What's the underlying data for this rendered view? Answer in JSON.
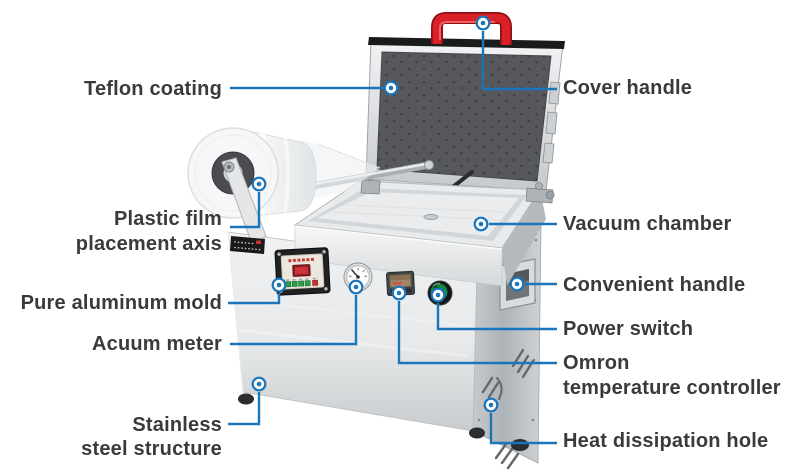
{
  "page": {
    "type": "product-callout-diagram",
    "subject": "tabletop vacuum packaging / sealing machine",
    "background": "#ffffff"
  },
  "colors": {
    "accent_blue": "#1b75bb",
    "label_text": "#3a3a3a",
    "handle_red": "#da2128",
    "power_switch_green": "#128a43",
    "teflon_pad_gray": "#56585c"
  },
  "annotation_style": {
    "marker": "double-ring-dot",
    "line_style": "solid elbow connector"
  },
  "diagram": {
    "labels": [
      {
        "id": "teflon-coating",
        "text": "Teflon coating",
        "side": "left"
      },
      {
        "id": "cover-handle",
        "text": "Cover handle",
        "side": "right"
      },
      {
        "id": "plastic-film-placement-axis",
        "text": "Plastic film\nplacement axis",
        "side": "left"
      },
      {
        "id": "vacuum-chamber",
        "text": "Vacuum chamber",
        "side": "right"
      },
      {
        "id": "pure-aluminum-mold",
        "text": "Pure aluminum mold",
        "side": "left"
      },
      {
        "id": "convenient-handle",
        "text": "Convenient handle",
        "side": "right"
      },
      {
        "id": "acuum-meter",
        "text": "Acuum meter",
        "side": "left"
      },
      {
        "id": "power-switch",
        "text": "Power switch",
        "side": "right"
      },
      {
        "id": "omron-temperature-controller",
        "text": "Omron\ntemperature controller",
        "side": "right"
      },
      {
        "id": "stainless-steel-structure",
        "text": "Stainless\nsteel structure",
        "side": "left"
      },
      {
        "id": "heat-dissipation-hole",
        "text": "Heat dissipation hole",
        "side": "right"
      }
    ]
  }
}
